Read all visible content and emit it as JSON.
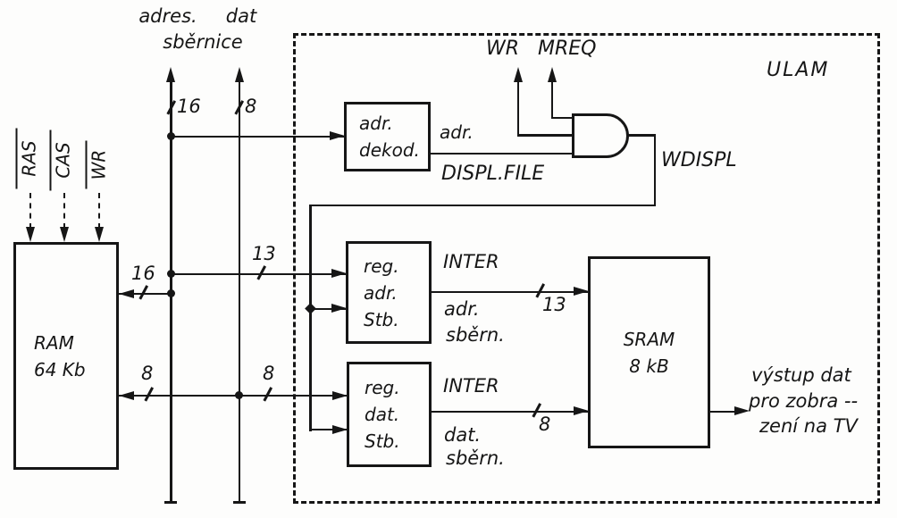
{
  "ulam": {
    "label": "ULAM"
  },
  "bus": {
    "adres": "adres.",
    "sbernice": "sběrnice",
    "dat": "dat",
    "addr_width": "16",
    "data_width": "8"
  },
  "ram": {
    "name": "RAM",
    "size": "64 Kb",
    "signals": {
      "ras": "RAS",
      "cas": "CAS",
      "wr": "WR"
    },
    "addr_width": "16",
    "data_width": "8",
    "data_tap_width": "8"
  },
  "dekod": {
    "line1": "adr.",
    "line2": "dekod.",
    "out_top": "adr.",
    "out_bottom": "DISPL.FILE"
  },
  "cpu_signals": {
    "wr": "WR",
    "mreq": "MREQ"
  },
  "wdispl": "WDISPL",
  "reg_adr": {
    "line1": "reg.",
    "line2": "adr.",
    "line3": "Stb.",
    "in_width": "13",
    "out_width": "13",
    "bus1": "INTER",
    "bus2": "adr.",
    "bus3": "sběrn."
  },
  "reg_dat": {
    "line1": "reg.",
    "line2": "dat.",
    "line3": "Stb.",
    "out_width": "8",
    "bus1": "INTER",
    "bus2": "dat.",
    "bus3": "sběrn."
  },
  "sram": {
    "name": "SRAM",
    "size": "8 kB"
  },
  "tv_out": {
    "line1": "výstup dat",
    "line2": "pro zobra --",
    "line3": "zení na TV"
  }
}
